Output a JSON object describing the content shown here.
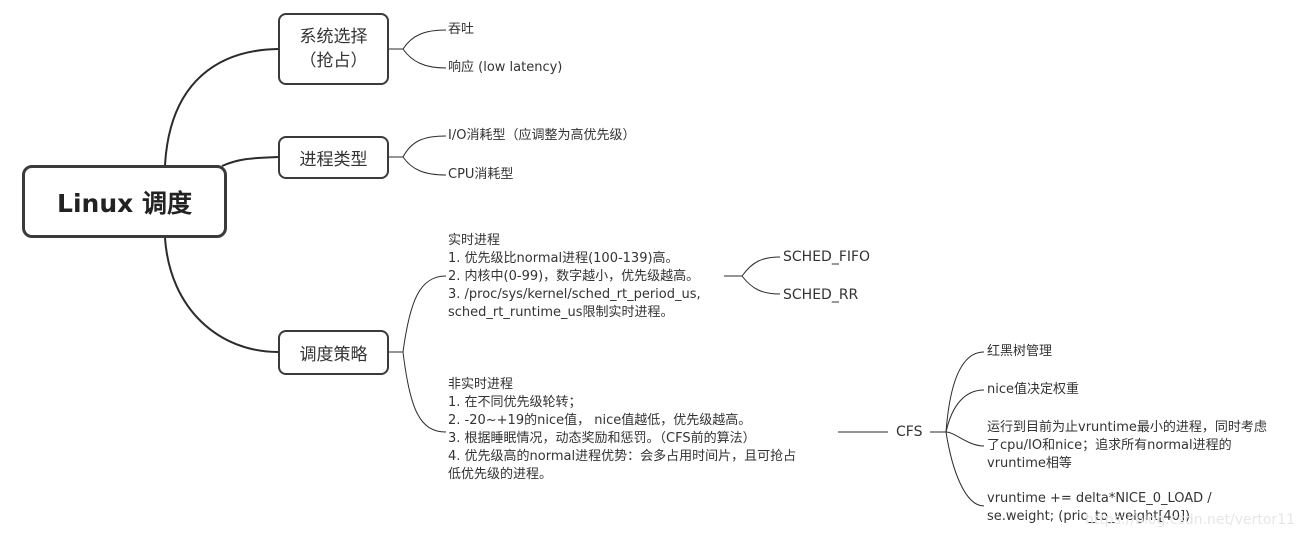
{
  "root": {
    "label": "Linux 调度"
  },
  "branches": {
    "system_choice": {
      "label": "系统选择\n（抢占）",
      "items": [
        "吞吐",
        "响应 (low latency)"
      ]
    },
    "process_type": {
      "label": "进程类型",
      "items": [
        "I/O消耗型（应调整为高优先级）",
        "CPU消耗型"
      ]
    },
    "policy": {
      "label": "调度策略",
      "realtime": {
        "text": "实时进程\n1. 优先级比normal进程(100-139)高。\n2. 内核中(0-99)，数字越小，优先级越高。\n3. /proc/sys/kernel/sched_rt_period_us,\nsched_rt_runtime_us限制实时进程。",
        "children": [
          "SCHED_FIFO",
          "SCHED_RR"
        ]
      },
      "non_realtime": {
        "text": "非实时进程\n1. 在不同优先级轮转；\n2. -20~+19的nice值， nice值越低，优先级越高。\n3. 根据睡眠情况，动态奖励和惩罚。（CFS前的算法）\n4. 优先级高的normal进程优势：会多占用时间片，且可抢占\n低优先级的进程。",
        "cfs": {
          "label": "CFS",
          "items": [
            "红黑树管理",
            "nice值决定权重",
            "运行到目前为止vruntime最小的进程，同时考虑了cpu/IO和nice；追求所有normal进程的vruntime相等",
            "vruntime += delta*NICE_0_LOAD / se.weight; (prio_to_weight[40])"
          ]
        }
      }
    }
  },
  "watermark": "https://blog.csdn.net/vertor11"
}
